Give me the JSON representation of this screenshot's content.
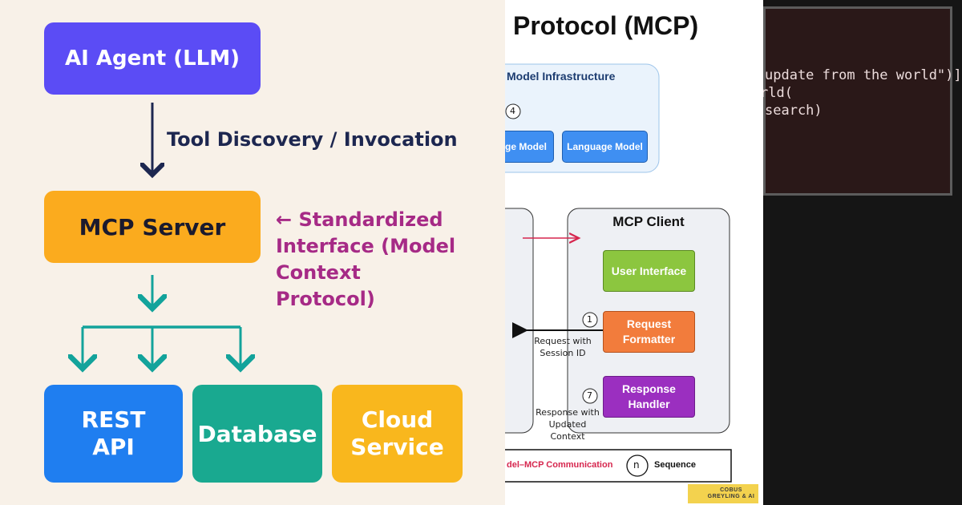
{
  "left": {
    "agent": "AI Agent (LLM)",
    "discovery": "Tool Discovery / Invocation",
    "server": "MCP Server",
    "interface_note": "← Standardized Interface (Model Context Protocol)",
    "rest": "REST API",
    "database": "Database",
    "cloud": "Cloud Service"
  },
  "middle": {
    "title": "Protocol (MCP)",
    "infra_title": "Model Infrastructure",
    "infra_step": "4",
    "model_left": "ge Model",
    "model_right": "Language Model",
    "client_title": "MCP Client",
    "user_interface": "User Interface",
    "request_formatter": "Request Formatter",
    "response_handler": "Response Handler",
    "step1": "1",
    "step7": "7",
    "req_label": "Request with Session ID",
    "resp_label": "Response with Updated Context",
    "legend_comm": "del–MCP Communication",
    "legend_n": "n",
    "legend_seq": "Sequence",
    "watermark": "COBUS GREYLING & AI"
  },
  "right": {
    "code": [
      "update from the world\")]",
      "rld(",
      "search)"
    ]
  },
  "colors": {
    "agent": "#5b4cf5",
    "server": "#fbab1e",
    "rest": "#1f7ef0",
    "database": "#19a990",
    "cloud": "#f9b71d",
    "note": "#a62a86",
    "arrow_navy": "#1d2750",
    "arrow_teal": "#13a39b",
    "ui_green": "#8cc63f",
    "formatter_orange": "#f27c3c",
    "handler_purple": "#9b2fc0",
    "model_blue": "#3f8ff2",
    "comm_red": "#d6264e"
  }
}
